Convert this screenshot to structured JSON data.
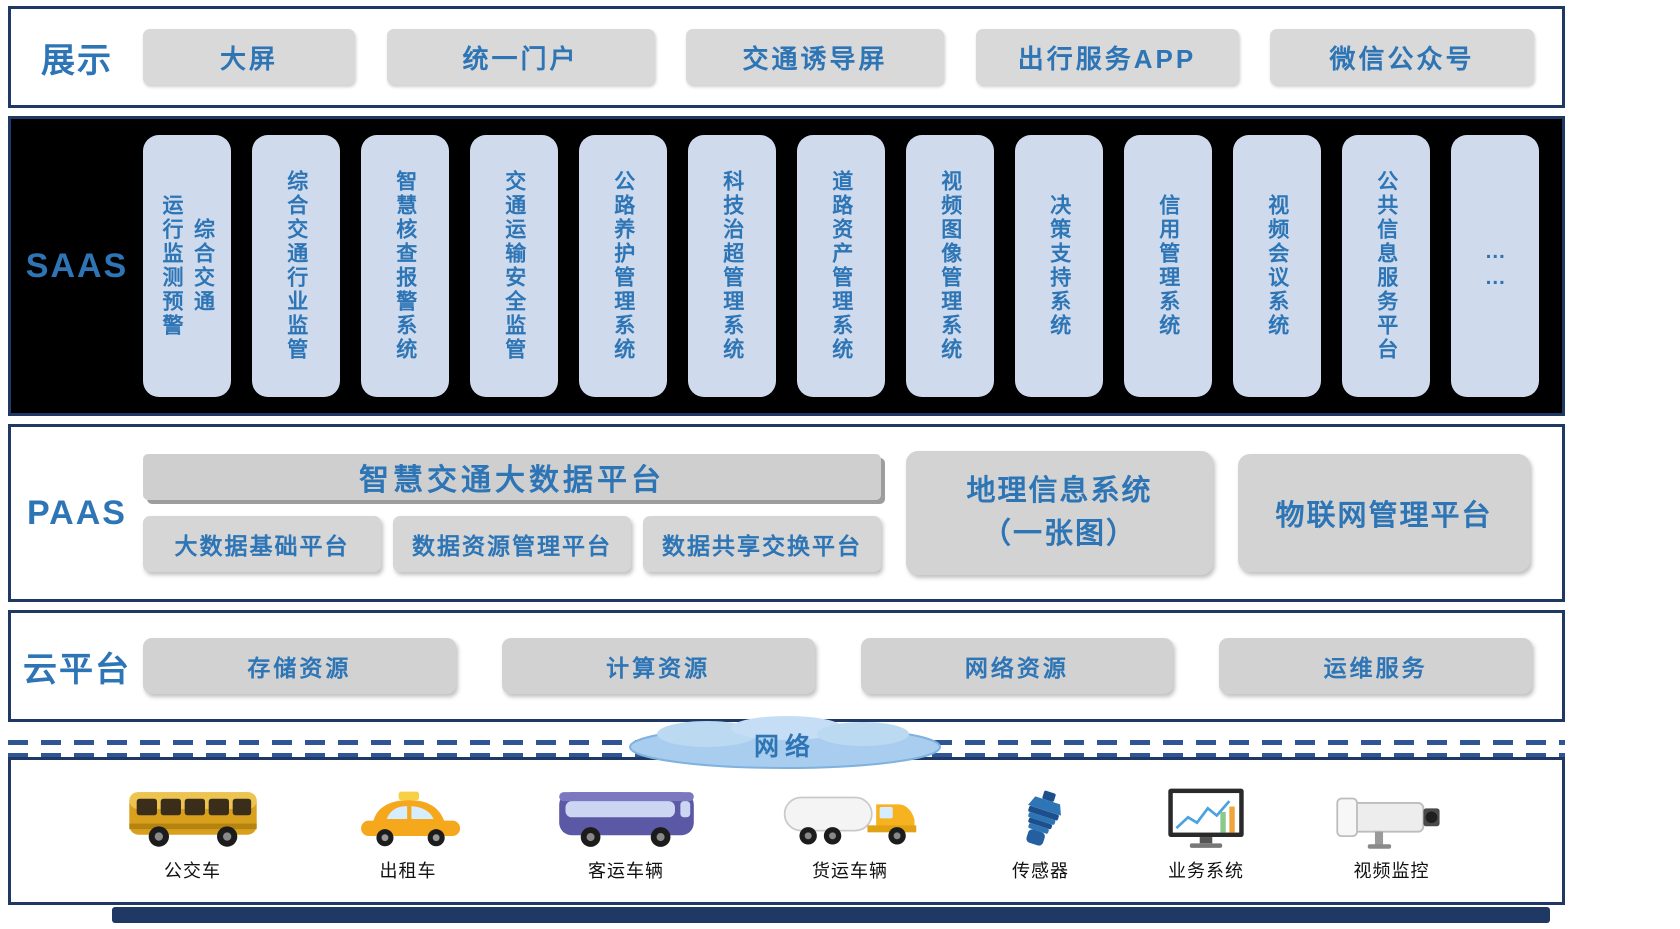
{
  "colors": {
    "border": "#1f3864",
    "accent_blue": "#2e75b6",
    "button_gray": "#d9d9d9",
    "saas_card": "#cfdbed",
    "saas_bg": "#000000",
    "cloud_fill": "#a9cdee"
  },
  "display": {
    "label": "展示",
    "items": [
      "大屏",
      "统一门户",
      "交通诱导屏",
      "出行服务APP",
      "微信公众号"
    ]
  },
  "saas": {
    "label": "SAAS",
    "items": [
      "综合交通\n运行监测预警",
      "综合交通行业监管",
      "智慧核查报警系统",
      "交通运输安全监管",
      "公路养护管理系统",
      "科技治超管理系统",
      "道路资产管理系统",
      "视频图像管理系统",
      "决策支持系统",
      "信用管理系统",
      "视频会议系统",
      "公共信息服务平台",
      "……"
    ]
  },
  "paas": {
    "label": "PAAS",
    "big_platform": "智慧交通大数据平台",
    "sub_platforms": [
      "大数据基础平台",
      "数据资源管理平台",
      "数据共享交换平台"
    ],
    "gis": "地理信息系统\n（一张图）",
    "iot": "物联网管理平台"
  },
  "cloud_platform": {
    "label": "云平台",
    "items": [
      "存储资源",
      "计算资源",
      "网络资源",
      "运维服务"
    ]
  },
  "network": {
    "label": "网络"
  },
  "devices": {
    "items": [
      "公交车",
      "出租车",
      "客运车辆",
      "货运车辆",
      "传感器",
      "业务系统",
      "视频监控"
    ]
  }
}
